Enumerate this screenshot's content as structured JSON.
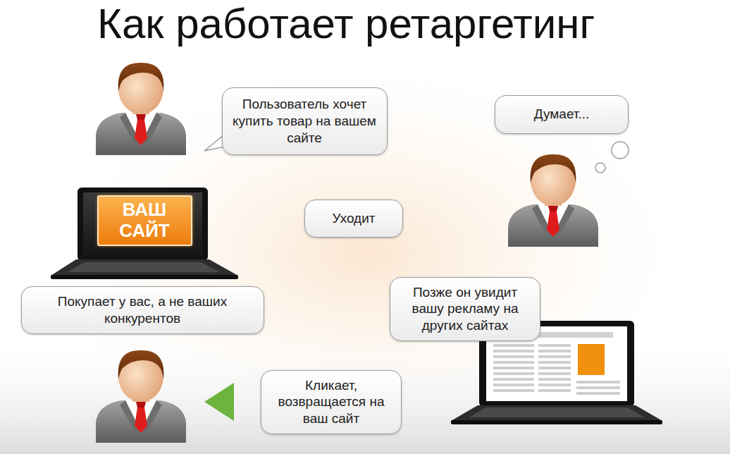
{
  "diagram": {
    "title": "Как работает ретаргетинг",
    "nodes": [
      {
        "text": [
          "Пользователь хочет купить товар на вашем сайте"
        ]
      },
      {
        "text": [
          "ВАШ САЙТ"
        ]
      },
      {
        "text": [
          "Думает..."
        ]
      },
      {
        "text": [
          "Позже он увидит вашу рекламу на других сайтах"
        ]
      }
    ],
    "edges": [
      {
        "from": 0,
        "to": 1,
        "arrow": "to"
      },
      {
        "from": 1,
        "to": 2,
        "label": "Уходит",
        "arrow": "to"
      },
      {
        "from": 2,
        "to": 3,
        "arrow": "to"
      },
      {
        "from": 3,
        "to": 1,
        "label": "Кликает, возвращается на ваш сайт",
        "arrow": "to"
      }
    ],
    "labels": [
      "Покупает у вас, а не ваших конкурентов"
    ]
  }
}
